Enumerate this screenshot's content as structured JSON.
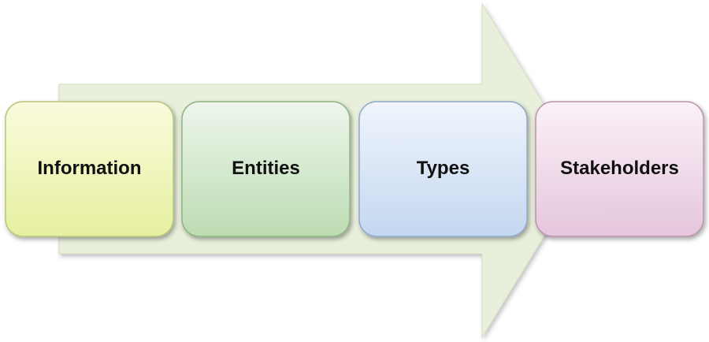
{
  "diagram": {
    "type": "process-arrow",
    "arrow_color": "#e8efdb",
    "steps": [
      {
        "label": "Information",
        "color_top": "#fafbdc",
        "color_bottom": "#e6f0a0",
        "border": "#b9c57c"
      },
      {
        "label": "Entities",
        "color_top": "#eef6ec",
        "color_bottom": "#bcdcb2",
        "border": "#8fb482"
      },
      {
        "label": "Types",
        "color_top": "#f0f5fc",
        "color_bottom": "#c4d7f1",
        "border": "#91a9cb"
      },
      {
        "label": "Stakeholders",
        "color_top": "#fbf1f8",
        "color_bottom": "#e5c6dc",
        "border": "#b896ad"
      }
    ]
  }
}
